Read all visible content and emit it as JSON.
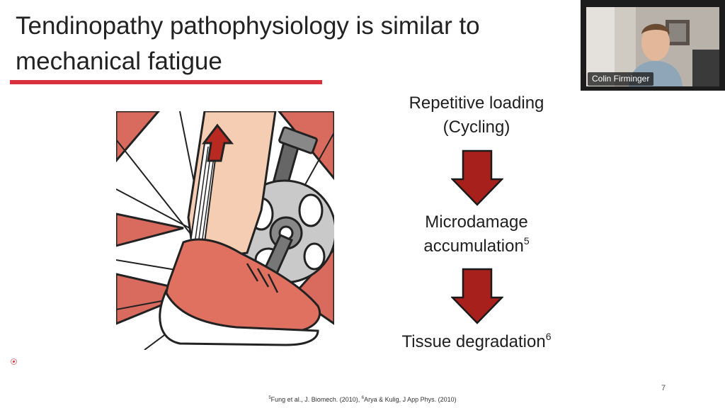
{
  "slide": {
    "title_line1": "Tendinopathy pathophysiology is similar to",
    "title_line2": "mechanical fatigue",
    "slide_number": "7",
    "accent_color": "#d9303b",
    "arrow_color": "#a8201c"
  },
  "flow": {
    "step1_line1": "Repetitive loading",
    "step1_line2": "(Cycling)",
    "step2_line1": "Microdamage",
    "step2_line2": "accumulation",
    "step2_ref": "5",
    "step3_text": "Tissue degradation",
    "step3_ref": "6"
  },
  "citation": {
    "ref5_mark": "5",
    "ref5_text": "Fung et al., J. Biomech. (2010), ",
    "ref6_mark": "6",
    "ref6_text": "Arya & Kulig, J App Phys. (2010)"
  },
  "video": {
    "participant_name": "Colin Firminger"
  },
  "icons": {
    "illustration": "cycling-leg-illustration",
    "arrows": "down-arrow-icon",
    "pointer": "laser-pointer-icon"
  }
}
